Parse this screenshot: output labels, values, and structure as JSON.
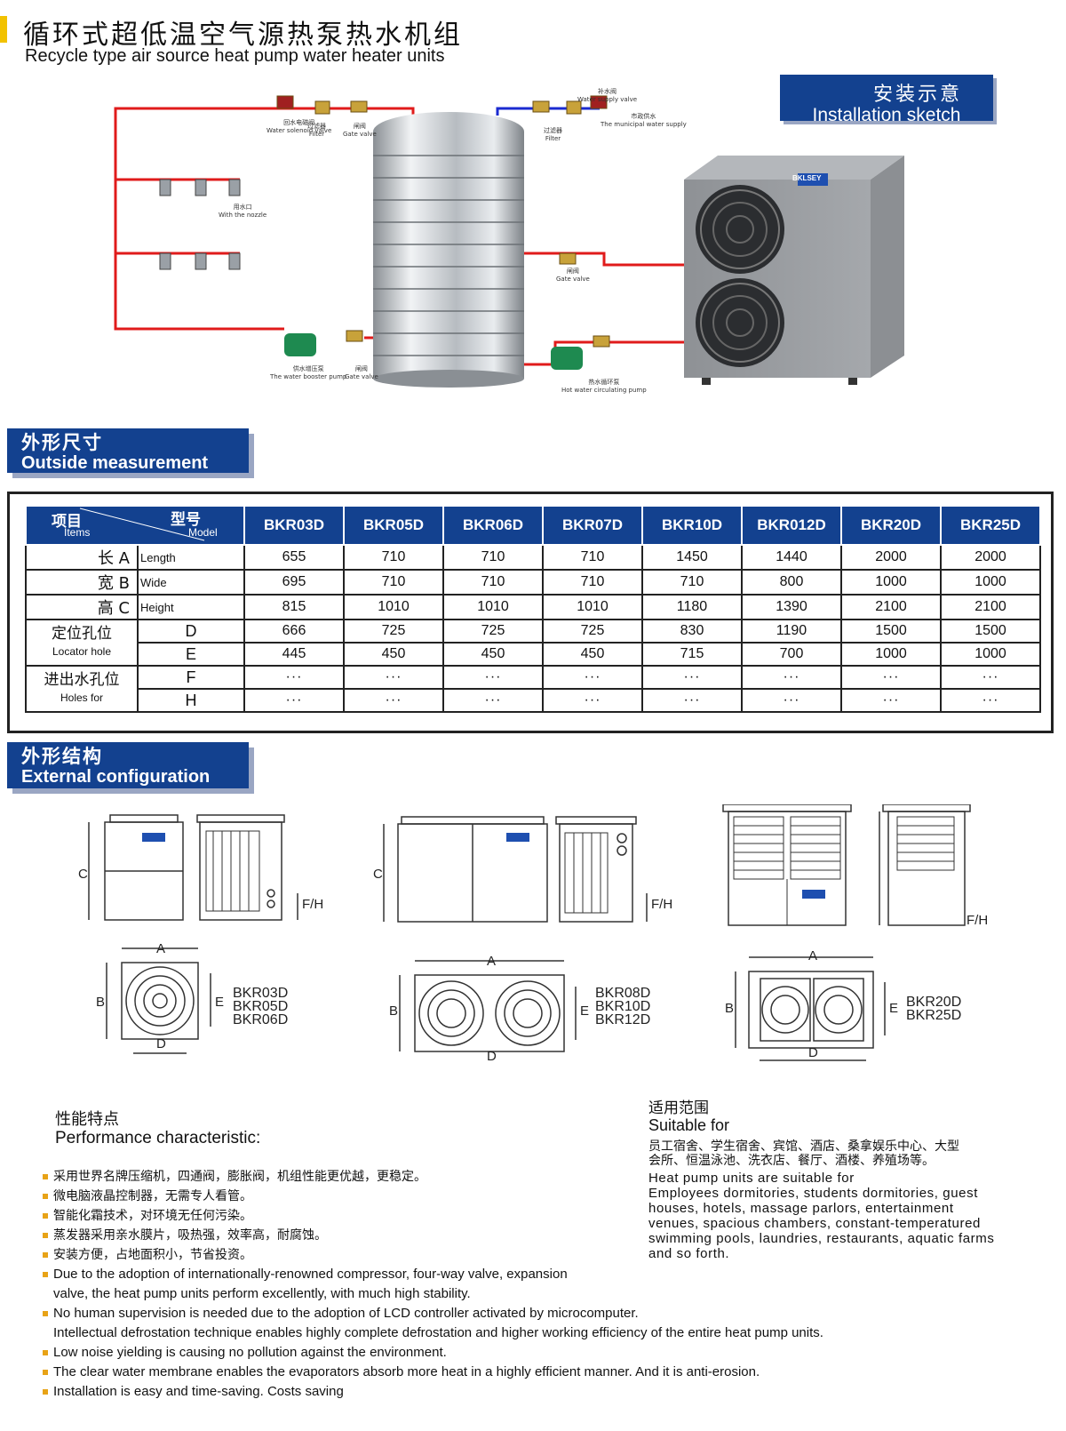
{
  "header": {
    "title_cn": "循环式超低温空气源热泵热水机组",
    "title_en": "Recycle type air source heat pump water heater units"
  },
  "install": {
    "tag_cn": "安装示意",
    "tag_en": "Installation sketch",
    "labels": {
      "water_solenoid": "回水电磁阀",
      "water_solenoid_en": "Water solenoid valve",
      "filter": "过滤器",
      "filter_en": "Filter",
      "gate": "闸阀",
      "gate_en": "Gate valve",
      "supply": "补水阀",
      "supply_en": "Water supply valve",
      "municipal": "市政供水",
      "municipal_en": "The municipal water supply",
      "nozzle": "用水口",
      "nozzle_en": "With the nozzle",
      "booster": "供水增压泵",
      "booster_en": "The water booster pump",
      "circulating": "热水循环泵",
      "circulating_en": "Hot water circulating pump"
    },
    "brand": "BKLSEY"
  },
  "measurement": {
    "tag_cn": "外形尺寸",
    "tag_en": "Outside measurement",
    "corner": {
      "items_cn": "项目",
      "items_en": "Items",
      "model_cn": "型号",
      "model_en": "Model"
    },
    "models": [
      "BKR03D",
      "BKR05D",
      "BKR06D",
      "BKR07D",
      "BKR10D",
      "BKR012D",
      "BKR20D",
      "BKR25D"
    ],
    "rows": [
      {
        "cn": "长 A",
        "en": "Length",
        "values": [
          "655",
          "710",
          "710",
          "710",
          "1450",
          "1440",
          "2000",
          "2000"
        ]
      },
      {
        "cn": "宽 B",
        "en": "Wide",
        "values": [
          "695",
          "710",
          "710",
          "710",
          "710",
          "800",
          "1000",
          "1000"
        ]
      },
      {
        "cn": "高 C",
        "en": "Height",
        "values": [
          "815",
          "1010",
          "1010",
          "1010",
          "1180",
          "1390",
          "2100",
          "2100"
        ]
      },
      {
        "cn": "定位孔位",
        "en": "Locator hole",
        "sub": "D",
        "values": [
          "666",
          "725",
          "725",
          "725",
          "830",
          "1190",
          "1500",
          "1500"
        ]
      },
      {
        "sub": "E",
        "values": [
          "445",
          "450",
          "450",
          "450",
          "715",
          "700",
          "1000",
          "1000"
        ]
      },
      {
        "cn": "进出水孔位",
        "en": "Holes for",
        "sub": "F",
        "values": [
          "···",
          "···",
          "···",
          "···",
          "···",
          "···",
          "···",
          "···"
        ]
      },
      {
        "sub": "H",
        "values": [
          "···",
          "···",
          "···",
          "···",
          "···",
          "···",
          "···",
          "···"
        ]
      }
    ]
  },
  "config": {
    "tag_cn": "外形结构",
    "tag_en": "External configuration",
    "dim": {
      "a": "A",
      "b": "B",
      "c": "C",
      "d": "D",
      "e": "E",
      "f": "F",
      "h": "H",
      "fh": "F/H"
    },
    "group1": [
      "BKR03D",
      "BKR05D",
      "BKR06D"
    ],
    "group2": [
      "BKR08D",
      "BKR10D",
      "BKR12D"
    ],
    "group3": [
      "BKR20D",
      "BKR25D"
    ]
  },
  "performance": {
    "title_cn": "性能特点",
    "title_en": "Performance characteristic:",
    "items": [
      "采用世界名牌压缩机，四通阀，膨胀阀，机组性能更优越，更稳定。",
      "微电脑液晶控制器，无需专人看管。",
      "智能化霜技术，对环境无任何污染。",
      "蒸发器采用亲水膜片，吸热强，效率高，耐腐蚀。",
      "安装方便，占地面积小，节省投资。",
      "Due to the adoption of internationally-renowned compressor, four-way valve, expansion",
      "valve, the heat pump units perform excellently, with much high stability.",
      "No human supervision is needed due to the adoption of LCD controller activated by microcomputer.",
      "Intellectual defrostation technique enables highly complete defrostation and higher working efficiency of the entire heat pump units.",
      "Low noise yielding is causing no pollution against the environment.",
      "The clear water membrane enables the evaporators absorb more heat in a highly efficient manner.  And it is anti-erosion.",
      "Installation is easy and time-saving. Costs saving"
    ]
  },
  "suitable": {
    "title_cn": "适用范围",
    "title_en": "Suitable for",
    "cn_line1": "员工宿舍、学生宿舍、宾馆、酒店、桑拿娱乐中心、大型",
    "cn_line2": "会所、恒温泳池、洗衣店、餐厅、酒楼、养殖场等。",
    "en_lines": [
      "Heat pump units are suitable for",
      "Employees dormitories, students dormitories, guest",
      "houses, hotels, massage parlors, entertainment",
      "venues, spacious chambers, constant-temperatured",
      "swimming pools, laundries, restaurants, aquatic farms",
      "and so forth."
    ]
  }
}
